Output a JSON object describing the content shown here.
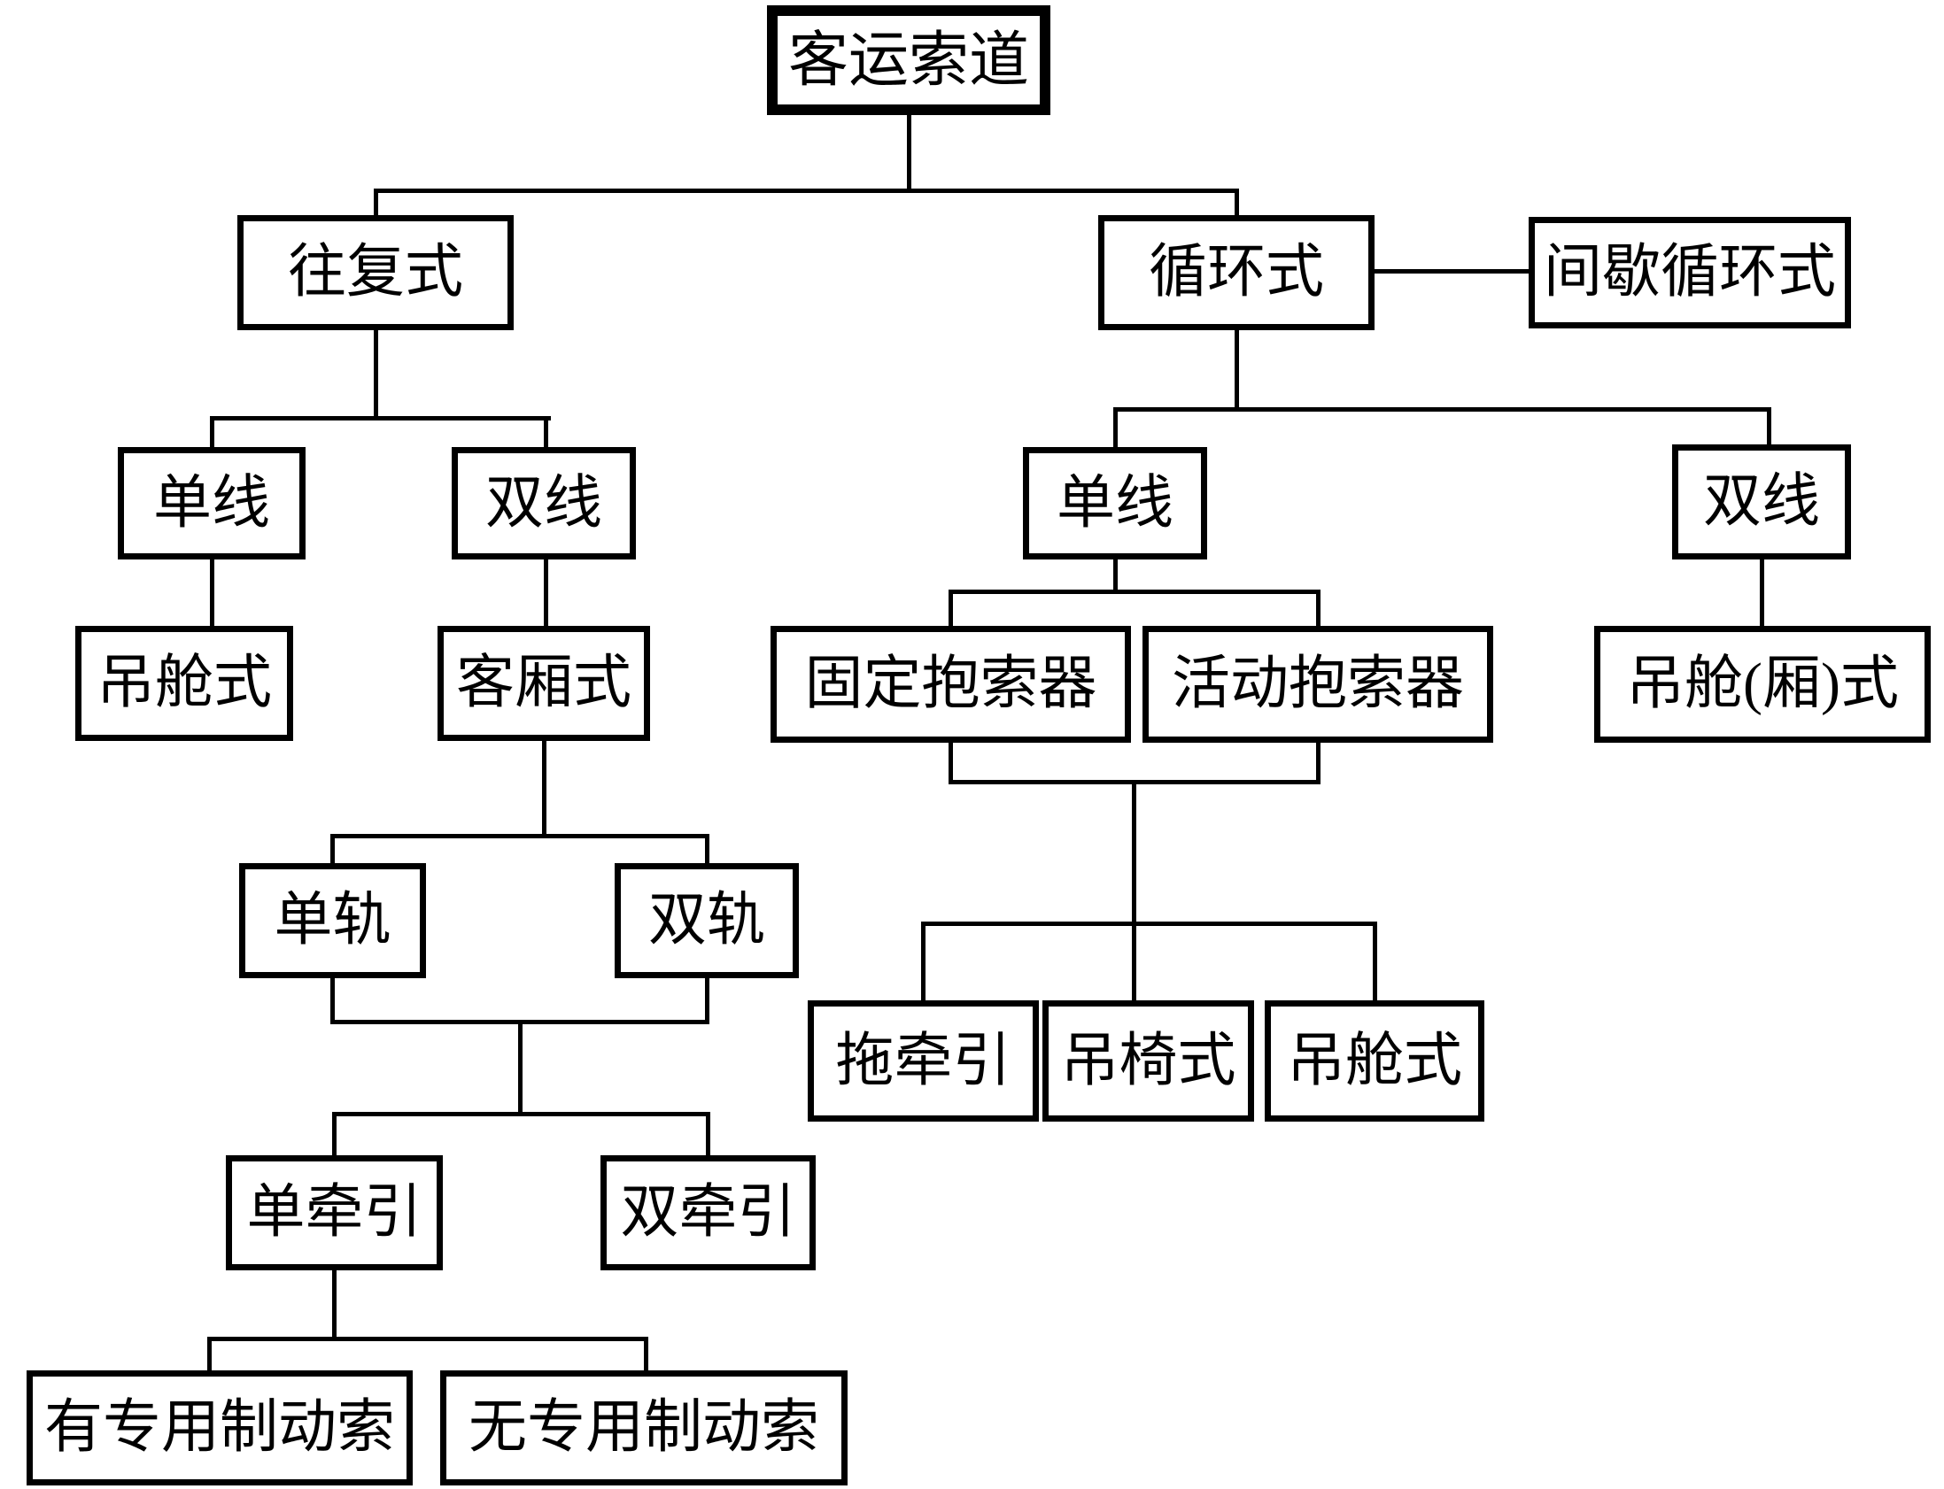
{
  "diagram": {
    "type": "tree",
    "colors": {
      "background": "#ffffff",
      "line": "#000000",
      "text": "#000000",
      "box_border": "#000000"
    },
    "nodes": {
      "root": {
        "label": "客运索道"
      },
      "reciprocating": {
        "label": "往复式"
      },
      "circulating": {
        "label": "循环式"
      },
      "intermittent_circulating": {
        "label": "间歇循环式"
      },
      "recip_single_line": {
        "label": "单线"
      },
      "recip_double_line": {
        "label": "双线"
      },
      "recip_gondola": {
        "label": "吊舱式"
      },
      "recip_carriage": {
        "label": "客厢式"
      },
      "single_track": {
        "label": "单轨"
      },
      "double_track": {
        "label": "双轨"
      },
      "single_traction": {
        "label": "单牵引"
      },
      "double_traction": {
        "label": "双牵引"
      },
      "with_brake_rope": {
        "label": "有专用制动索"
      },
      "without_brake_rope": {
        "label": "无专用制动索"
      },
      "circ_single_line": {
        "label": "单线"
      },
      "circ_double_line": {
        "label": "双线"
      },
      "fixed_grip": {
        "label": "固定抱索器"
      },
      "detachable_grip": {
        "label": "活动抱索器"
      },
      "circ_gondola_cabin": {
        "label": "吊舱(厢)式"
      },
      "tow_traction": {
        "label": "拖牵引"
      },
      "chair_type": {
        "label": "吊椅式"
      },
      "circ_gondola": {
        "label": "吊舱式"
      }
    },
    "edges": [
      {
        "from": "root",
        "to": "reciprocating"
      },
      {
        "from": "root",
        "to": "circulating"
      },
      {
        "from": "circulating",
        "to": "intermittent_circulating",
        "style": "lateral"
      },
      {
        "from": "reciprocating",
        "to": "recip_single_line"
      },
      {
        "from": "reciprocating",
        "to": "recip_double_line"
      },
      {
        "from": "recip_single_line",
        "to": "recip_gondola"
      },
      {
        "from": "recip_double_line",
        "to": "recip_carriage"
      },
      {
        "from": "recip_carriage",
        "to": "single_track"
      },
      {
        "from": "recip_carriage",
        "to": "double_track"
      },
      {
        "from": [
          "single_track",
          "double_track"
        ],
        "to": [
          "single_traction",
          "double_traction"
        ],
        "style": "merge-split"
      },
      {
        "from": "single_traction",
        "to": "with_brake_rope"
      },
      {
        "from": "single_traction",
        "to": "without_brake_rope"
      },
      {
        "from": "circulating",
        "to": "circ_single_line"
      },
      {
        "from": "circulating",
        "to": "circ_double_line"
      },
      {
        "from": "circ_single_line",
        "to": "fixed_grip"
      },
      {
        "from": "circ_single_line",
        "to": "detachable_grip"
      },
      {
        "from": [
          "fixed_grip",
          "detachable_grip"
        ],
        "to": [
          "tow_traction",
          "chair_type",
          "circ_gondola"
        ],
        "style": "merge-split"
      },
      {
        "from": "circ_double_line",
        "to": "circ_gondola_cabin"
      }
    ]
  }
}
